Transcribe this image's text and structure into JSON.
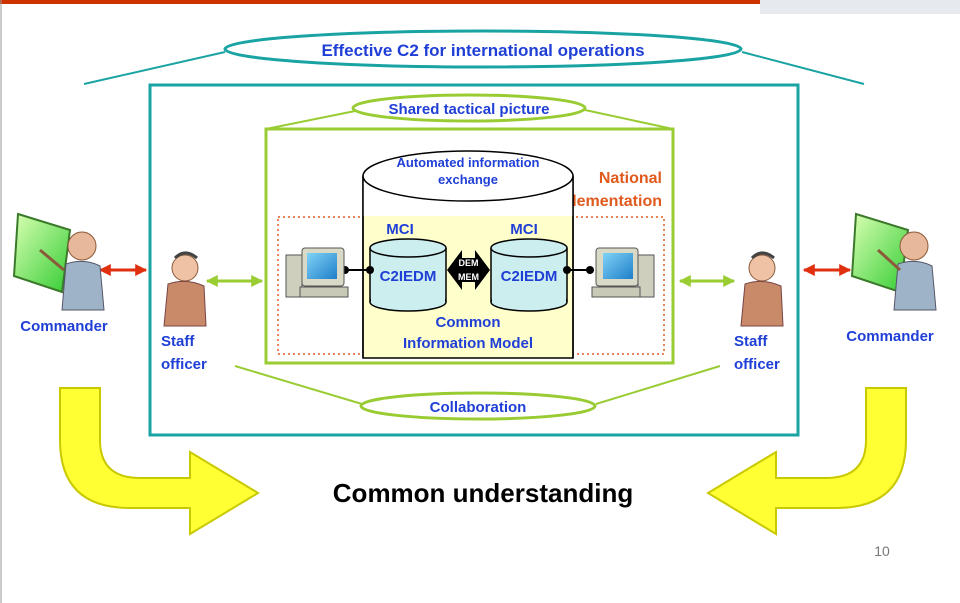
{
  "slide": {
    "page_number": "10",
    "colors": {
      "top_rule": "#cc3300",
      "frame_teal": "#1aa3a3",
      "frame_green": "#99cc33",
      "label_blue": "#1f3fd6",
      "national_orange": "#e05a1e",
      "arrow_yellow": "#ffff33",
      "arrow_yellow_stroke": "#c9c900",
      "panel_yellow": "#ffffcc",
      "cylinder_fill": "#cdeeee",
      "link_red": "#e03010",
      "link_green": "#9acd32"
    }
  },
  "diagram": {
    "outer_ellipse_label": "Effective C2 for international operations",
    "inner_ellipse_label": "Shared tactical picture",
    "exchange_label_line1": "Automated information",
    "exchange_label_line2": "exchange",
    "national_line1": "National",
    "national_line2": "Implementation",
    "mci_left": "MCI",
    "mci_right": "MCI",
    "c2iedm_left": "C2IEDM",
    "c2iedm_right": "C2IEDM",
    "dem": "DEM",
    "mem": "MEM",
    "common_model_line1": "Common",
    "common_model_line2": "Information Model",
    "collaboration": "Collaboration",
    "commander_left": "Commander",
    "commander_right": "Commander",
    "staff_left_line1": "Staff",
    "staff_left_line2": "officer",
    "staff_right_line1": "Staff",
    "staff_right_line2": "officer",
    "common_understanding": "Common understanding"
  }
}
